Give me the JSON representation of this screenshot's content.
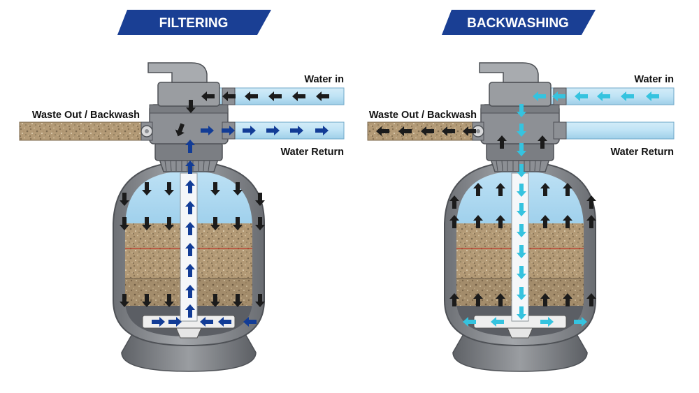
{
  "panels": [
    {
      "id": "filtering",
      "title": "FILTERING",
      "labels": {
        "water_in": "Water in",
        "waste_out": "Waste Out / Backwash",
        "water_return": "Water Return"
      }
    },
    {
      "id": "backwashing",
      "title": "BACKWASHING",
      "labels": {
        "water_in": "Water in",
        "waste_out": "Waste Out / Backwash",
        "water_return": "Water Return"
      }
    }
  ],
  "colors": {
    "banner": "#1a3f94",
    "filter_flow_arrow": "#123c96",
    "backwash_flow_arrow": "#35c3df",
    "dirty_flow_arrow": "#111111",
    "water": "#a9d6ef",
    "sand": "#b49b76",
    "tank_body": "#8a8d92",
    "pipe": "#bfe3f5"
  },
  "icons": {
    "valve": "multiport-valve-icon",
    "gauge": "pressure-gauge-icon"
  }
}
